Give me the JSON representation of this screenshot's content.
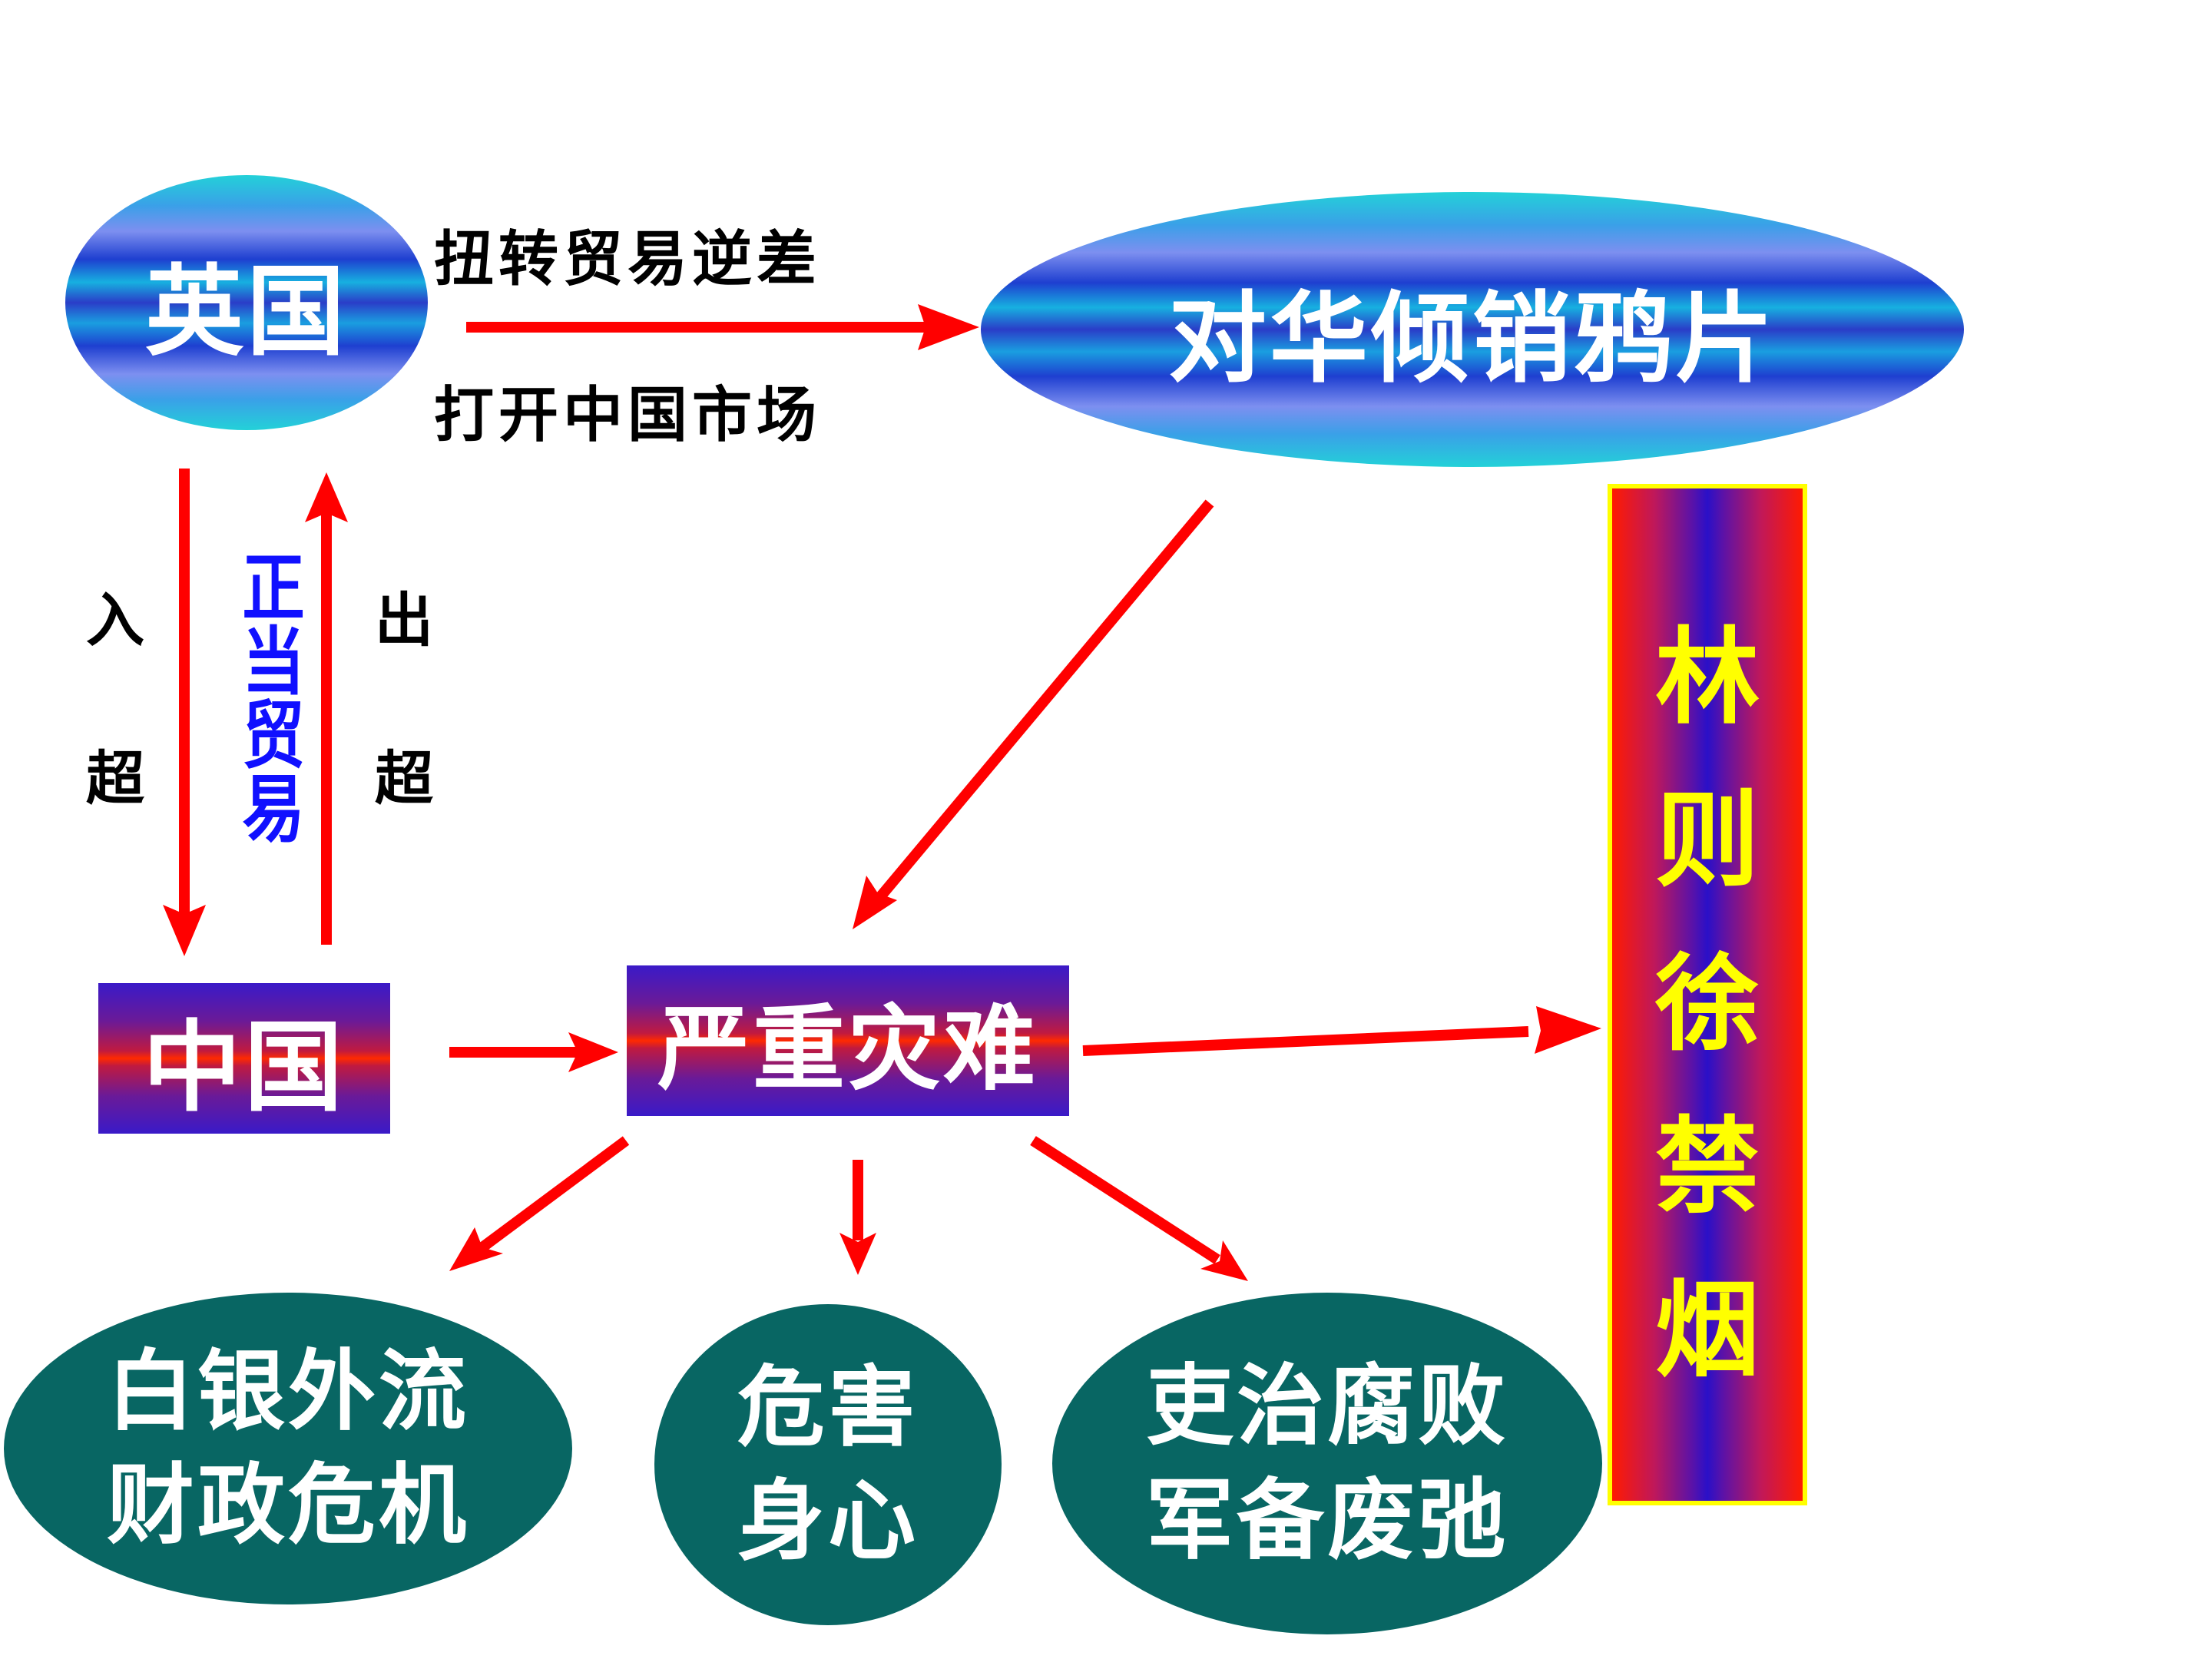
{
  "nodes": {
    "britain": "英国",
    "dumping": "对华倾销鸦片",
    "china": "中国",
    "disaster": "严重灾难",
    "lin": [
      "林",
      "则",
      "徐",
      "禁",
      "烟"
    ],
    "silver": [
      "白银外流",
      "财政危机"
    ],
    "health": [
      "危害",
      "身心"
    ],
    "corruption": [
      "吏治腐败",
      "军备废弛"
    ]
  },
  "edge_labels": {
    "top_upper": "扭转贸易逆差",
    "top_lower": "打开中国市场",
    "left_in": [
      "入",
      "超"
    ],
    "middle_trade": [
      "正",
      "当",
      "贸",
      "易"
    ],
    "right_out": [
      "出",
      "超"
    ]
  },
  "colors": {
    "arrow": "#ff0000",
    "trade_text": "#1010ff",
    "lin_text": "#ffff00",
    "lin_border": "#ffff00",
    "teal": "#086663"
  }
}
